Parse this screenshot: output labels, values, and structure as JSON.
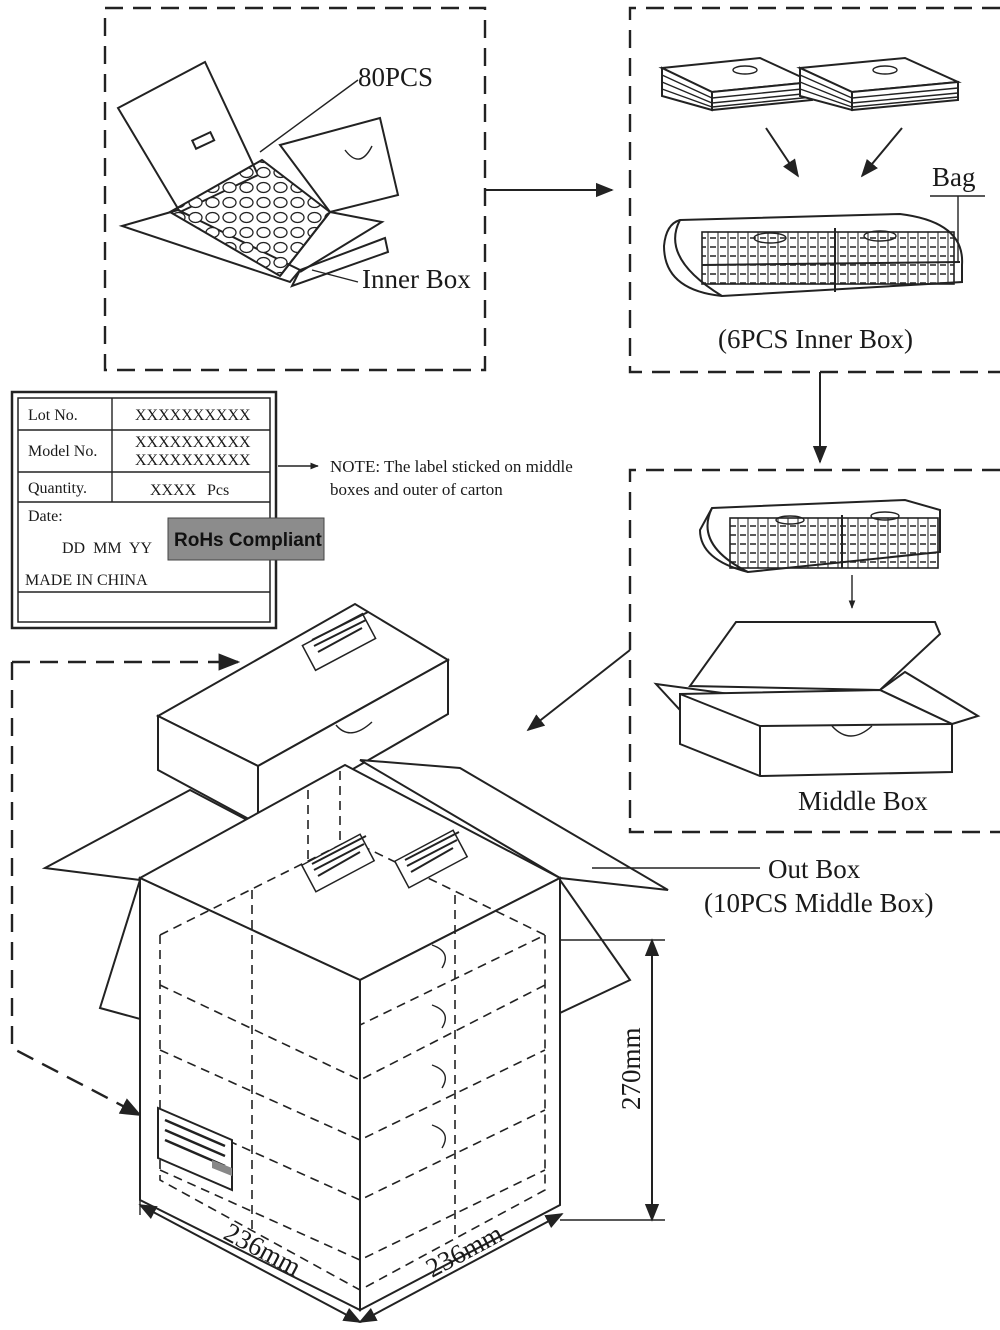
{
  "panels": {
    "inner": {
      "count_label": "80PCS",
      "box_label": "Inner Box"
    },
    "bag": {
      "bag_label": "Bag",
      "caption": "(6PCS Inner Box)"
    },
    "middle": {
      "box_label": "Middle Box"
    },
    "outer": {
      "label_line1": "Out Box",
      "label_line2": "(10PCS Middle Box)",
      "height": "270mm",
      "width": "236mm",
      "depth": "236mm"
    }
  },
  "label_card": {
    "lot_key": "Lot No.",
    "lot_val": "XXXXXXXXXX",
    "model_key": "Model No.",
    "model_val1": "XXXXXXXXXX",
    "model_val2": "XXXXXXXXXX",
    "qty_key": "Quantity.",
    "qty_val": "XXXX",
    "qty_unit": "Pcs",
    "date_key": "Date:",
    "date_val": "DD  MM  YY",
    "rohs": "RoHs Compliant",
    "origin": "MADE IN CHINA"
  },
  "note": {
    "line1": "NOTE: The label sticked on middle",
    "line2": "boxes and outer of carton"
  },
  "colors": {
    "ink": "#222222",
    "rohs_badge": "#8c8c8c"
  }
}
